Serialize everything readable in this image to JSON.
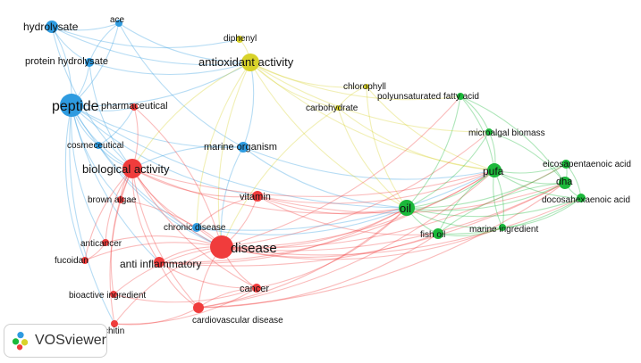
{
  "clusters": {
    "blue": "#2e9be0",
    "yellow": "#d8d22a",
    "red": "#f03c3c",
    "green": "#1bb83a"
  },
  "nodes": [
    {
      "id": "hydrolysate",
      "label": "hydrolysate",
      "cluster": "blue"
    },
    {
      "id": "ace",
      "label": "ace",
      "cluster": "blue"
    },
    {
      "id": "protein-hydrolysate",
      "label": "protein hydrolysate",
      "cluster": "blue"
    },
    {
      "id": "peptide",
      "label": "peptide",
      "cluster": "blue"
    },
    {
      "id": "cosmeceutical",
      "label": "cosmeceutical",
      "cluster": "blue"
    },
    {
      "id": "marine-organism",
      "label": "marine organism",
      "cluster": "blue"
    },
    {
      "id": "chronic-disease",
      "label": "chronic disease",
      "cluster": "blue"
    },
    {
      "id": "diphenyl",
      "label": "diphenyl",
      "cluster": "yellow"
    },
    {
      "id": "antioxidant-activity",
      "label": "antioxidant activity",
      "cluster": "yellow"
    },
    {
      "id": "chlorophyll",
      "label": "chlorophyll",
      "cluster": "yellow"
    },
    {
      "id": "carbohydrate",
      "label": "carbohydrate",
      "cluster": "yellow"
    },
    {
      "id": "pharmaceutical",
      "label": "pharmaceutical",
      "cluster": "red"
    },
    {
      "id": "biological-activity",
      "label": "biological activity",
      "cluster": "red"
    },
    {
      "id": "brown-algae",
      "label": "brown algae",
      "cluster": "red"
    },
    {
      "id": "vitamin",
      "label": "vitamin",
      "cluster": "red"
    },
    {
      "id": "anticancer",
      "label": "anticancer",
      "cluster": "red"
    },
    {
      "id": "fucoidan",
      "label": "fucoidan",
      "cluster": "red"
    },
    {
      "id": "disease",
      "label": "disease",
      "cluster": "red"
    },
    {
      "id": "anti-inflammatory",
      "label": "anti inflammatory",
      "cluster": "red"
    },
    {
      "id": "bioactive-ingredient",
      "label": "bioactive ingredient",
      "cluster": "red"
    },
    {
      "id": "cancer",
      "label": "cancer",
      "cluster": "red"
    },
    {
      "id": "cardiovascular-disease",
      "label": "cardiovascular disease",
      "cluster": "red"
    },
    {
      "id": "chitin",
      "label": "chitin",
      "cluster": "red"
    },
    {
      "id": "polyunsaturated-fatty-acid",
      "label": "polyunsaturated fatty acid",
      "cluster": "green"
    },
    {
      "id": "microalgal-biomass",
      "label": "microalgal biomass",
      "cluster": "green"
    },
    {
      "id": "pufa",
      "label": "pufa",
      "cluster": "green"
    },
    {
      "id": "eicosapentaenoic-acid",
      "label": "eicosapentaenoic acid",
      "cluster": "green"
    },
    {
      "id": "dha",
      "label": "dha",
      "cluster": "green"
    },
    {
      "id": "docosahexaenoic-acid",
      "label": "docosahexaenoic acid",
      "cluster": "green"
    },
    {
      "id": "oil",
      "label": "oil",
      "cluster": "green"
    },
    {
      "id": "fish-oil",
      "label": "fish oil",
      "cluster": "green"
    },
    {
      "id": "marine-ingredient",
      "label": "marine ingredient",
      "cluster": "green"
    }
  ],
  "edges": [
    [
      "peptide",
      "hydrolysate"
    ],
    [
      "peptide",
      "ace"
    ],
    [
      "peptide",
      "protein-hydrolysate"
    ],
    [
      "peptide",
      "cosmeceutical"
    ],
    [
      "peptide",
      "biological-activity"
    ],
    [
      "peptide",
      "disease"
    ],
    [
      "peptide",
      "marine-organism"
    ],
    [
      "peptide",
      "antioxidant-activity"
    ],
    [
      "peptide",
      "pharmaceutical"
    ],
    [
      "peptide",
      "anticancer"
    ],
    [
      "peptide",
      "vitamin"
    ],
    [
      "peptide",
      "anti-inflammatory"
    ],
    [
      "peptide",
      "chitin"
    ],
    [
      "peptide",
      "fucoidan"
    ],
    [
      "peptide",
      "brown-algae"
    ],
    [
      "peptide",
      "oil"
    ],
    [
      "hydrolysate",
      "ace"
    ],
    [
      "hydrolysate",
      "protein-hydrolysate"
    ],
    [
      "hydrolysate",
      "antioxidant-activity"
    ],
    [
      "hydrolysate",
      "biological-activity"
    ],
    [
      "hydrolysate",
      "diphenyl"
    ],
    [
      "ace",
      "protein-hydrolysate"
    ],
    [
      "ace",
      "antioxidant-activity"
    ],
    [
      "ace",
      "marine-organism"
    ],
    [
      "protein-hydrolysate",
      "antioxidant-activity"
    ],
    [
      "protein-hydrolysate",
      "biological-activity"
    ],
    [
      "cosmeceutical",
      "biological-activity"
    ],
    [
      "cosmeceutical",
      "pharmaceutical"
    ],
    [
      "cosmeceutical",
      "disease"
    ],
    [
      "marine-organism",
      "biological-activity"
    ],
    [
      "marine-organism",
      "disease"
    ],
    [
      "marine-organism",
      "oil"
    ],
    [
      "marine-organism",
      "pufa"
    ],
    [
      "marine-organism",
      "antioxidant-activity"
    ],
    [
      "antioxidant-activity",
      "diphenyl"
    ],
    [
      "antioxidant-activity",
      "biological-activity"
    ],
    [
      "antioxidant-activity",
      "disease"
    ],
    [
      "antioxidant-activity",
      "chlorophyll"
    ],
    [
      "antioxidant-activity",
      "carbohydrate"
    ],
    [
      "antioxidant-activity",
      "oil"
    ],
    [
      "antioxidant-activity",
      "pufa"
    ],
    [
      "antioxidant-activity",
      "polyunsaturated-fatty-acid"
    ],
    [
      "antioxidant-activity",
      "chronic-disease"
    ],
    [
      "antioxidant-activity",
      "microalgal-biomass"
    ],
    [
      "chlorophyll",
      "carbohydrate"
    ],
    [
      "chlorophyll",
      "pufa"
    ],
    [
      "chlorophyll",
      "oil"
    ],
    [
      "carbohydrate",
      "oil"
    ],
    [
      "carbohydrate",
      "disease"
    ],
    [
      "carbohydrate",
      "pufa"
    ],
    [
      "biological-activity",
      "disease"
    ],
    [
      "biological-activity",
      "vitamin"
    ],
    [
      "biological-activity",
      "pharmaceutical"
    ],
    [
      "biological-activity",
      "brown-algae"
    ],
    [
      "biological-activity",
      "anticancer"
    ],
    [
      "biological-activity",
      "fucoidan"
    ],
    [
      "biological-activity",
      "anti-inflammatory"
    ],
    [
      "biological-activity",
      "bioactive-ingredient"
    ],
    [
      "biological-activity",
      "cancer"
    ],
    [
      "biological-activity",
      "cardiovascular-disease"
    ],
    [
      "biological-activity",
      "chitin"
    ],
    [
      "biological-activity",
      "chronic-disease"
    ],
    [
      "biological-activity",
      "oil"
    ],
    [
      "biological-activity",
      "pufa"
    ],
    [
      "disease",
      "vitamin"
    ],
    [
      "disease",
      "cancer"
    ],
    [
      "disease",
      "cardiovascular-disease"
    ],
    [
      "disease",
      "anti-inflammatory"
    ],
    [
      "disease",
      "chronic-disease"
    ],
    [
      "disease",
      "bioactive-ingredient"
    ],
    [
      "disease",
      "fucoidan"
    ],
    [
      "disease",
      "anticancer"
    ],
    [
      "disease",
      "brown-algae"
    ],
    [
      "disease",
      "chitin"
    ],
    [
      "disease",
      "pharmaceutical"
    ],
    [
      "disease",
      "oil"
    ],
    [
      "disease",
      "pufa"
    ],
    [
      "disease",
      "dha"
    ],
    [
      "disease",
      "fish-oil"
    ],
    [
      "disease",
      "docosahexaenoic-acid"
    ],
    [
      "disease",
      "eicosapentaenoic-acid"
    ],
    [
      "disease",
      "marine-ingredient"
    ],
    [
      "disease",
      "polyunsaturated-fatty-acid"
    ],
    [
      "disease",
      "microalgal-biomass"
    ],
    [
      "vitamin",
      "oil"
    ],
    [
      "vitamin",
      "pufa"
    ],
    [
      "vitamin",
      "chronic-disease"
    ],
    [
      "vitamin",
      "fish-oil"
    ],
    [
      "vitamin",
      "dha"
    ],
    [
      "anti-inflammatory",
      "cancer"
    ],
    [
      "anti-inflammatory",
      "cardiovascular-disease"
    ],
    [
      "anti-inflammatory",
      "oil"
    ],
    [
      "anti-inflammatory",
      "pufa"
    ],
    [
      "anti-inflammatory",
      "dha"
    ],
    [
      "cancer",
      "cardiovascular-disease"
    ],
    [
      "cancer",
      "oil"
    ],
    [
      "cardiovascular-disease",
      "oil"
    ],
    [
      "cardiovascular-disease",
      "pufa"
    ],
    [
      "cardiovascular-disease",
      "dha"
    ],
    [
      "cardiovascular-disease",
      "fish-oil"
    ],
    [
      "chitin",
      "cardiovascular-disease"
    ],
    [
      "chitin",
      "cancer"
    ],
    [
      "bioactive-ingredient",
      "cancer"
    ],
    [
      "fucoidan",
      "anticancer"
    ],
    [
      "chronic-disease",
      "oil"
    ],
    [
      "chronic-disease",
      "pufa"
    ],
    [
      "oil",
      "pufa"
    ],
    [
      "oil",
      "dha"
    ],
    [
      "oil",
      "fish-oil"
    ],
    [
      "oil",
      "docosahexaenoic-acid"
    ],
    [
      "oil",
      "eicosapentaenoic-acid"
    ],
    [
      "oil",
      "marine-ingredient"
    ],
    [
      "oil",
      "microalgal-biomass"
    ],
    [
      "oil",
      "polyunsaturated-fatty-acid"
    ],
    [
      "pufa",
      "dha"
    ],
    [
      "pufa",
      "docosahexaenoic-acid"
    ],
    [
      "pufa",
      "eicosapentaenoic-acid"
    ],
    [
      "pufa",
      "fish-oil"
    ],
    [
      "pufa",
      "microalgal-biomass"
    ],
    [
      "pufa",
      "polyunsaturated-fatty-acid"
    ],
    [
      "pufa",
      "marine-ingredient"
    ],
    [
      "dha",
      "docosahexaenoic-acid"
    ],
    [
      "dha",
      "eicosapentaenoic-acid"
    ],
    [
      "dha",
      "fish-oil"
    ],
    [
      "dha",
      "microalgal-biomass"
    ],
    [
      "dha",
      "polyunsaturated-fatty-acid"
    ],
    [
      "docosahexaenoic-acid",
      "eicosapentaenoic-acid"
    ],
    [
      "fish-oil",
      "marine-ingredient"
    ],
    [
      "fish-oil",
      "docosahexaenoic-acid"
    ],
    [
      "microalgal-biomass",
      "polyunsaturated-fatty-acid"
    ],
    [
      "marine-ingredient",
      "pufa"
    ],
    [
      "marine-ingredient",
      "docosahexaenoic-acid"
    ]
  ],
  "badge": {
    "text": "VOSviewer",
    "icon": "vosviewer-logo-icon"
  }
}
